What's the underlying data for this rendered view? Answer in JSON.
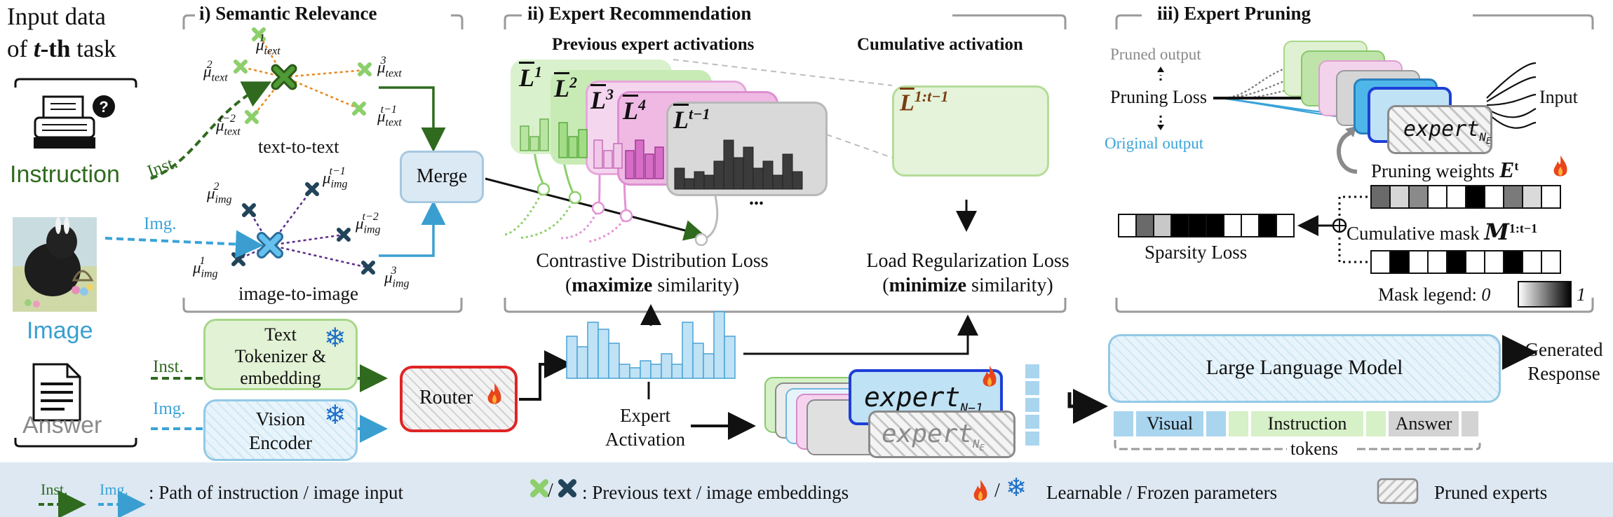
{
  "left": {
    "input_title_1": "Input data",
    "input_title_2_pre": "of ",
    "input_title_2_em": "t",
    "input_title_2_bold": "-th",
    "input_title_2_post": " task",
    "instruction": "Instruction",
    "image": "Image",
    "answer": "Answer"
  },
  "semantic": {
    "title": "i) Semantic Relevance",
    "text_to_text": "text-to-text",
    "image_to_image": "image-to-image",
    "merge": "Merge",
    "inst_label": "Inst.",
    "img_label": "Img.",
    "mu": "μ",
    "text_sub": "text",
    "img_sub": "img",
    "sup_1": "1",
    "sup_2": "2",
    "sup_3": "3",
    "sup_t1": "t−1",
    "sup_t2": "t−2"
  },
  "recommend": {
    "title": "ii) Expert Recommendation",
    "prev_title": "Previous expert activations",
    "cum_title": "Cumulative activation",
    "L": "L",
    "sup_1": "1",
    "sup_2": "2",
    "sup_3": "3",
    "sup_4": "4",
    "sup_t1": "t−1",
    "sup_cum": "1:t−1",
    "dots": "...",
    "cdl_line1": "Contrastive Distribution Loss",
    "cdl_bold": "maximize",
    "cdl_rest": " similarity)",
    "lrl_line1": "Load Regularization Loss",
    "lrl_bold": "minimize",
    "lrl_rest": " similarity)",
    "paren_open": "("
  },
  "pruning": {
    "title": "iii) Expert Pruning",
    "pruned_output": "Pruned output",
    "pruning_loss": "Pruning Loss",
    "original_output": "Original output",
    "input": "Input",
    "expert_ne": "expert",
    "ne_sub": "N",
    "ne_subsub": "E",
    "weights_label": "Pruning weights ",
    "weights_sym": "E",
    "weights_sup": "t",
    "mask_label": "Cumulative mask ",
    "mask_sym": "M",
    "mask_sup": "1:t−1",
    "sparsity": "Sparsity Loss",
    "legend_label": "Mask legend: ",
    "legend_0": "0",
    "legend_1": "1"
  },
  "bottom": {
    "inst": "Inst.",
    "img": "Img.",
    "tokenizer": [
      "Text",
      "Tokenizer &",
      "embedding"
    ],
    "vision": [
      "Vision",
      "Encoder"
    ],
    "router": "Router",
    "expert_activation": [
      "Expert",
      "Activation"
    ],
    "expert_label": "expert",
    "expert_sub_N": "N",
    "expert_sub_partial": "−1",
    "llm": "Large Language Model",
    "generated": [
      "Generated",
      "Response"
    ],
    "tok_visual": "Visual",
    "tok_instruction": "Instruction",
    "tok_answer": "Answer",
    "tokens": "tokens"
  },
  "legend": {
    "inst": "Inst.",
    "img": "Img.",
    "path_text": ": Path of instruction / image input",
    "emb_text": ": Previous text / image embeddings",
    "param_text": "Learnable / Frozen parameters",
    "slash": "/",
    "pruned_text": "Pruned experts"
  },
  "colors": {
    "green_text": "#2f6a1e",
    "blue_text": "#3a9fd0",
    "gray_text": "#8a8a8a",
    "flame": "#e8451c",
    "snow": "#1d6fc9",
    "legend_bg": "#dde8f2",
    "merge_fill": "#dbe9f4",
    "router_border": "#e02424",
    "expert_border": "#1e3fd8",
    "bar_green": "#5fb04a",
    "bar_pink": "#c44fb4",
    "bar_gray": "#3b3b3b",
    "bar_blue": "#a9d5ef"
  },
  "icons": {
    "printer": "printer-icon",
    "question": "question-icon",
    "document": "document-icon",
    "dog_photo": "dog-photo",
    "flame": "flame-icon",
    "snowflake": "snowflake-icon"
  }
}
